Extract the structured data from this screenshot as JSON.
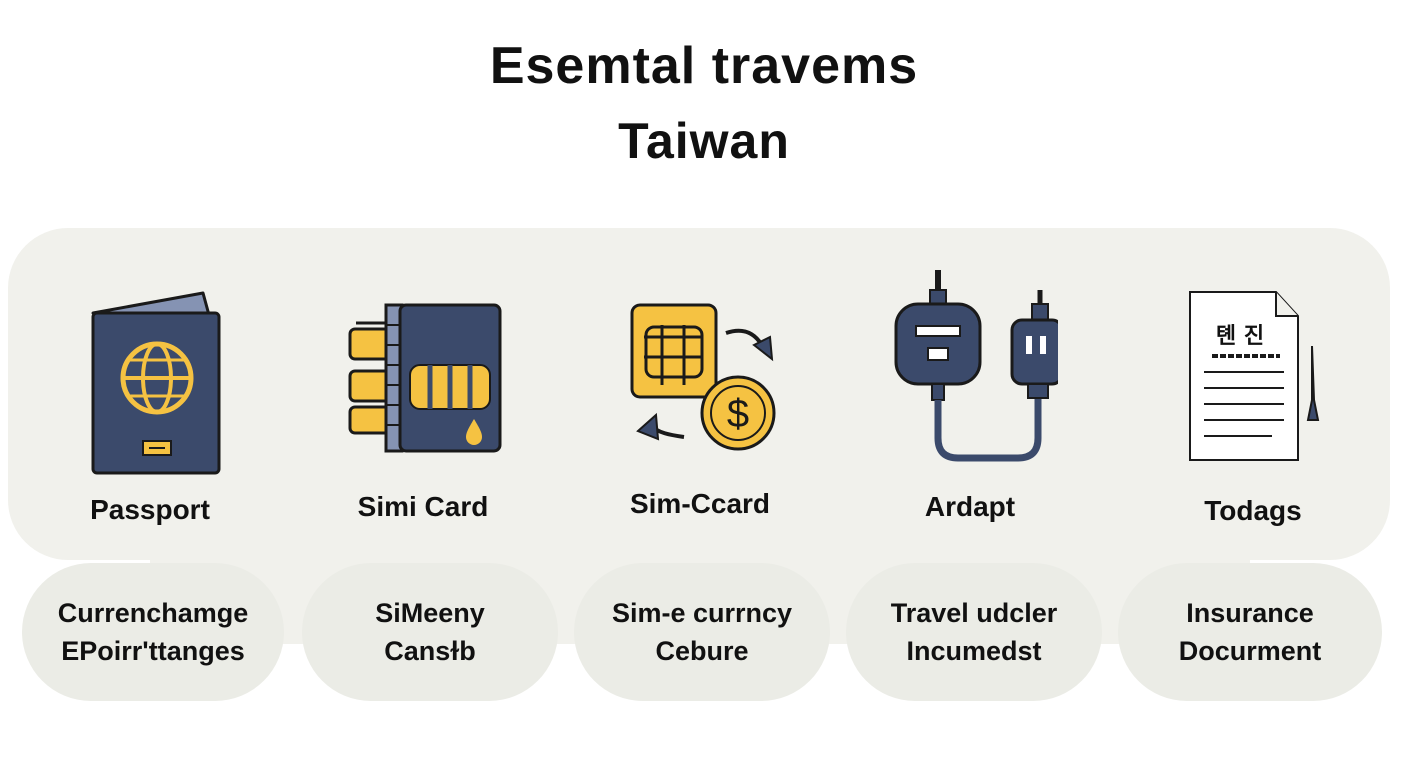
{
  "header": {
    "title_line1": "Esemtal travems",
    "title_line2": "Taiwan"
  },
  "items": [
    {
      "label": "Passport",
      "icon": "passport-icon"
    },
    {
      "label": "Simi Card",
      "icon": "sim-card-icon"
    },
    {
      "label": "Sim-Ccard",
      "icon": "currency-exchange-icon"
    },
    {
      "label": "Ardapt",
      "icon": "power-adapter-icon"
    },
    {
      "label": "Todags",
      "icon": "document-icon"
    }
  ],
  "pills": [
    {
      "line1": "Currenchamge",
      "line2": "EPoirr'ttanges"
    },
    {
      "line1": "SiMeeny",
      "line2": "Cansɫb"
    },
    {
      "line1": "Sim-e currncy",
      "line2": "Cebure"
    },
    {
      "line1": "Travel udcler",
      "line2": "Incumedst"
    },
    {
      "line1": "Insurance",
      "line2": "Docurment"
    }
  ],
  "document_icon_text": {
    "heading": "톈 진"
  },
  "colors": {
    "navy": "#3b4a6b",
    "gold": "#f5c242",
    "outline": "#1a1a1a",
    "panel": "#f1f1ec"
  }
}
